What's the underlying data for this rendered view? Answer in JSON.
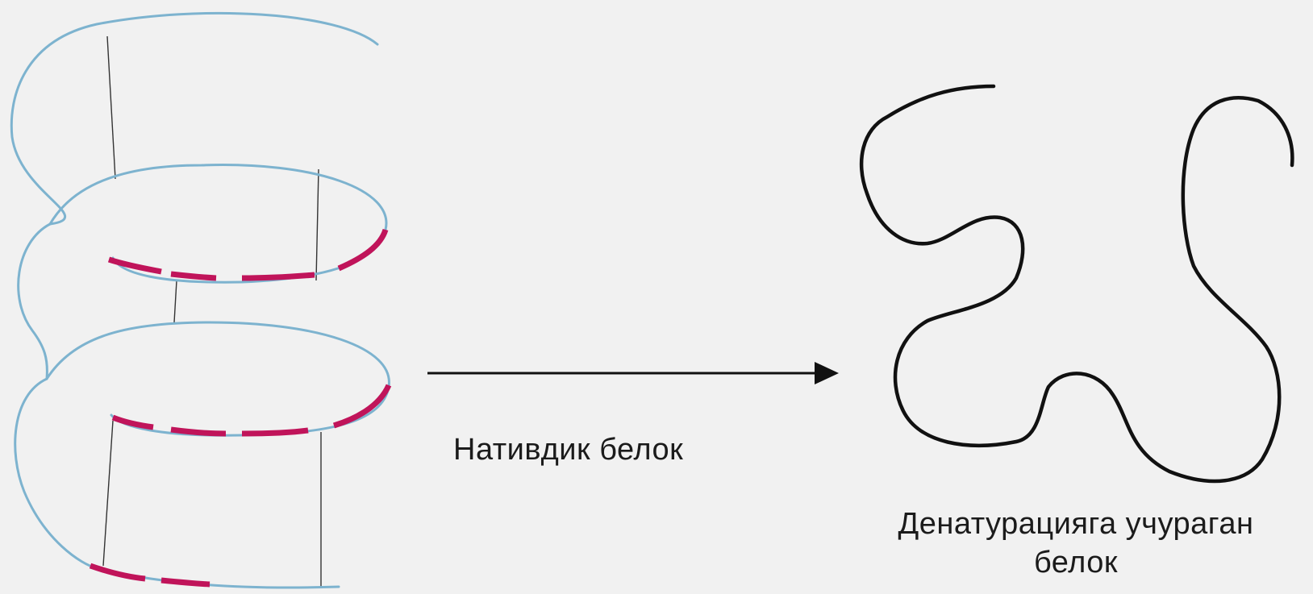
{
  "labels": {
    "native": "Нативдик белок",
    "denatured_line1": "Денатурацияга учураган",
    "denatured_line2": "белок"
  },
  "colors": {
    "background": "#f1f1f1",
    "helix": "#7db3cf",
    "bonds": "#c0145a",
    "ink": "#111111"
  }
}
